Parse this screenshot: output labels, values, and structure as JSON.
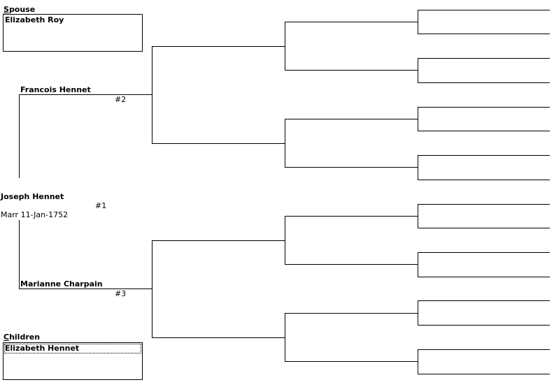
{
  "spouse": {
    "label": "Spouse",
    "items": [
      "Elizabeth Roy"
    ]
  },
  "father": {
    "name": "Francois Hennet",
    "number": "#2"
  },
  "primary": {
    "name": "Joseph Hennet",
    "number": "#1",
    "marriage": "Marr 11-Jan-1752"
  },
  "mother": {
    "name": "Marianne Charpain",
    "number": "#3"
  },
  "children": {
    "label": "Children",
    "items": [
      "Elizabeth Hennet"
    ]
  }
}
